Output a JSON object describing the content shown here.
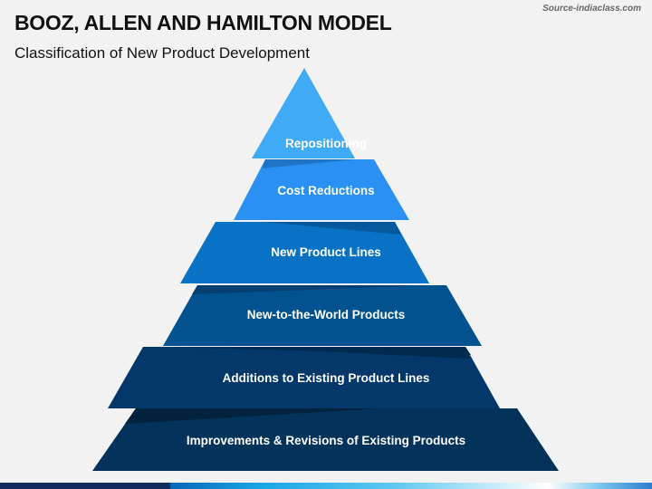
{
  "header": {
    "title": "BOOZ, ALLEN AND HAMILTON MODEL",
    "subtitle": "Classification of New Product Development",
    "watermark": "Source-indiaclass.com"
  },
  "pyramid": {
    "tiers": [
      {
        "label": "Repositioning",
        "color": "#40aaf7"
      },
      {
        "label": "Cost Reductions",
        "color": "#2a91f2"
      },
      {
        "label": "New Product Lines",
        "color": "#0a72c4"
      },
      {
        "label": "New-to-the-World Products",
        "color": "#02528f"
      },
      {
        "label": "Additions to Existing Product Lines",
        "color": "#04386b"
      },
      {
        "label": "Improvements & Revisions of Existing Products",
        "color": "#03335a"
      }
    ]
  },
  "colors": {
    "background": "#f2f2f2",
    "title_text": "#111111",
    "label_text": "#ffffff"
  }
}
